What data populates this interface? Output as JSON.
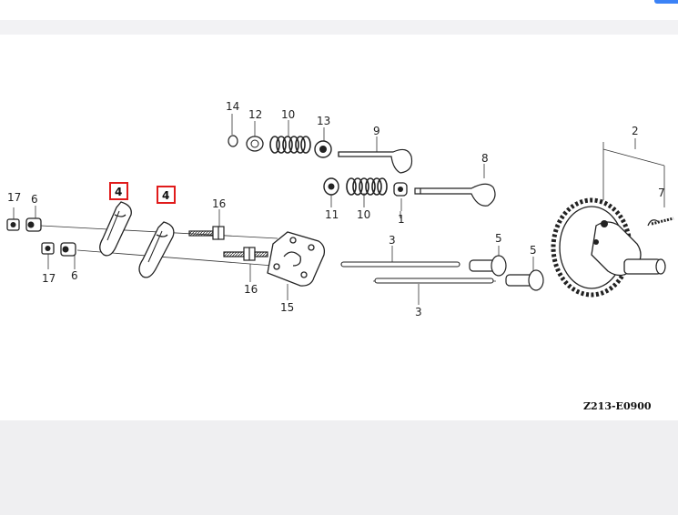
{
  "diagram": {
    "code": "Z213-E0900",
    "labels": {
      "n1": "1",
      "n2": "2",
      "n3a": "3",
      "n3b": "3",
      "n4a": "4",
      "n4b": "4",
      "n5a": "5",
      "n5b": "5",
      "n6a": "6",
      "n6b": "6",
      "n7": "7",
      "n8": "8",
      "n9": "9",
      "n10a": "10",
      "n10b": "10",
      "n11": "11",
      "n12": "12",
      "n13": "13",
      "n14": "14",
      "n15": "15",
      "n16a": "16",
      "n16b": "16",
      "n17a": "17",
      "n17b": "17"
    },
    "highlight_color": "#e01b1b"
  }
}
